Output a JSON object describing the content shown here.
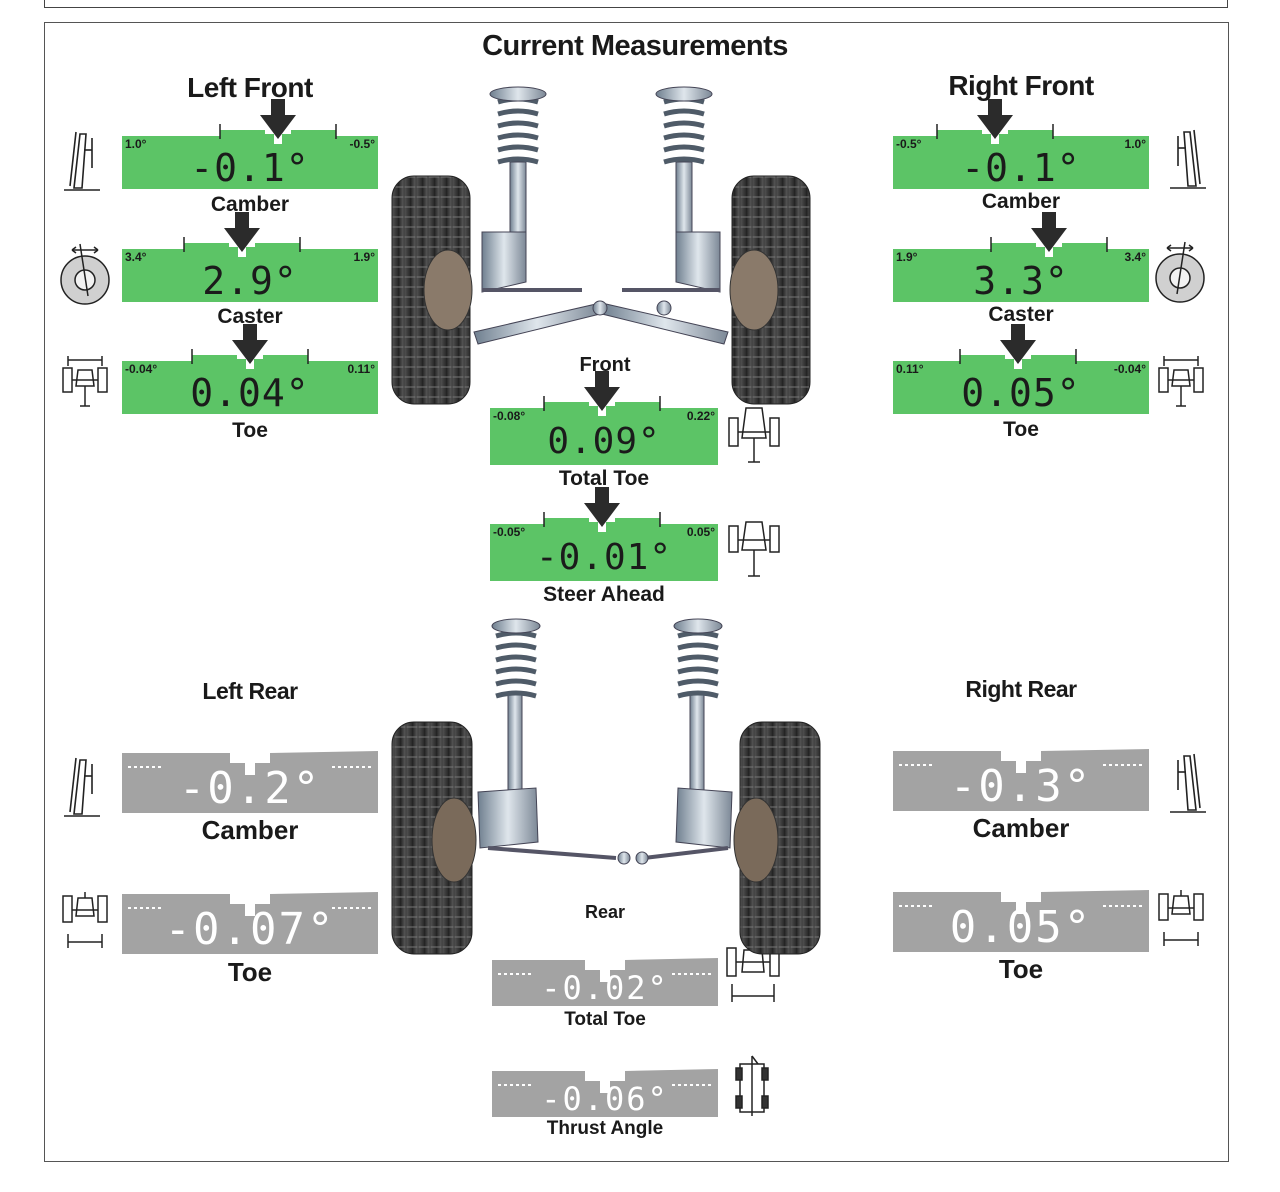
{
  "page_title": "Current Measurements",
  "sections": {
    "left_front": "Left Front",
    "right_front": "Right Front",
    "front": "Front",
    "rear": "Rear",
    "left_rear": "Left Rear",
    "right_rear": "Right Rear"
  },
  "front_readings": {
    "left_camber": {
      "label": "Camber",
      "value": "-0.1°",
      "min": "1.0°",
      "max": "-0.5°"
    },
    "left_caster": {
      "label": "Caster",
      "value": "2.9°",
      "min": "3.4°",
      "max": "1.9°"
    },
    "left_toe": {
      "label": "Toe",
      "value": "0.04°",
      "min": "-0.04°",
      "max": "0.11°"
    },
    "right_camber": {
      "label": "Camber",
      "value": "-0.1°",
      "min": "-0.5°",
      "max": "1.0°"
    },
    "right_caster": {
      "label": "Caster",
      "value": "3.3°",
      "min": "1.9°",
      "max": "3.4°"
    },
    "right_toe": {
      "label": "Toe",
      "value": "0.05°",
      "min": "0.11°",
      "max": "-0.04°"
    },
    "total_toe": {
      "label": "Total Toe",
      "value": "0.09°",
      "min": "-0.08°",
      "max": "0.22°"
    },
    "steer_ahead": {
      "label": "Steer Ahead",
      "value": "-0.01°",
      "min": "-0.05°",
      "max": "0.05°"
    }
  },
  "rear_readings": {
    "left_camber": {
      "label": "Camber",
      "value": "-0.2°"
    },
    "left_toe": {
      "label": "Toe",
      "value": "-0.07°"
    },
    "right_camber": {
      "label": "Camber",
      "value": "-0.3°"
    },
    "right_toe": {
      "label": "Toe",
      "value": "0.05°"
    },
    "total_toe": {
      "label": "Total Toe",
      "value": "-0.02°"
    },
    "thrust_angle": {
      "label": "Thrust Angle",
      "value": "-0.06°"
    }
  },
  "colors": {
    "in_spec": "#5cc466",
    "no_spec": "#a3a3a3",
    "arrow": "#2b2b2b"
  },
  "icons": [
    "camber-icon",
    "caster-icon",
    "toe-icon",
    "total-toe-icon",
    "steer-ahead-icon",
    "thrust-angle-icon",
    "front-suspension-illustration",
    "rear-suspension-illustration"
  ]
}
